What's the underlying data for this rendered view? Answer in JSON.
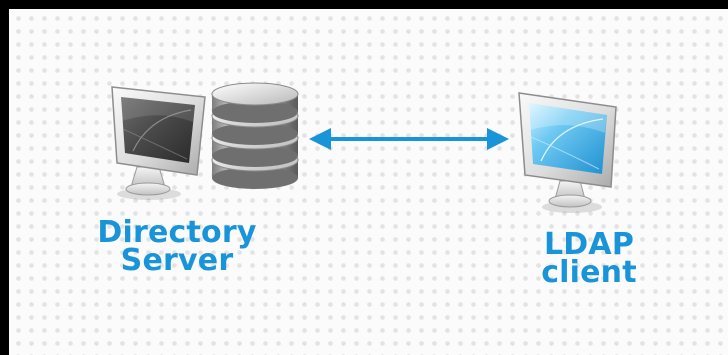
{
  "diagram": {
    "nodes": [
      {
        "id": "directory-server",
        "label_lines": [
          "Directory",
          "Server"
        ],
        "icons": [
          "monitor-icon",
          "database-icon"
        ]
      },
      {
        "id": "ldap-client",
        "label_lines": [
          "LDAP",
          "client"
        ],
        "icons": [
          "monitor-icon"
        ]
      }
    ],
    "edges": [
      {
        "from": "directory-server",
        "to": "ldap-client",
        "style": "bidirectional-arrow"
      }
    ]
  },
  "colors": {
    "accent": "#1a94d8",
    "frame_border": "#000000",
    "background": "#fbfbfb",
    "dot_grid": "#e3e3e3"
  }
}
